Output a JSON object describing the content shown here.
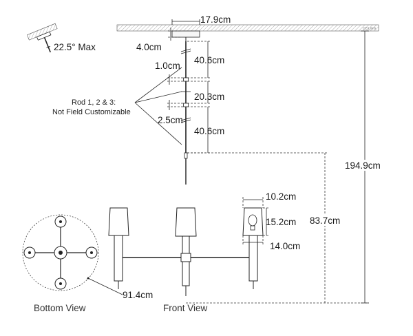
{
  "ceiling": {
    "label": "CEILING"
  },
  "tilt": {
    "label": "22.5° Max"
  },
  "dimensions": {
    "canopy_width": "17.9cm",
    "canopy_height": "4.0cm",
    "rod_1": "40.6cm",
    "coupler_1": "1.0cm",
    "rod_2": "20.3cm",
    "coupler_2": "2.5cm",
    "rod_3": "40.6cm",
    "overall_height": "194.9cm",
    "fixture_height": "83.7cm",
    "shade_top": "10.2cm",
    "shade_height": "15.2cm",
    "shade_bottom": "14.0cm",
    "width": "91.4cm"
  },
  "rod_note": {
    "line1": "Rod 1, 2 & 3:",
    "line2": "Not Field Customizable"
  },
  "views": {
    "bottom": "Bottom View",
    "front": "Front View"
  }
}
